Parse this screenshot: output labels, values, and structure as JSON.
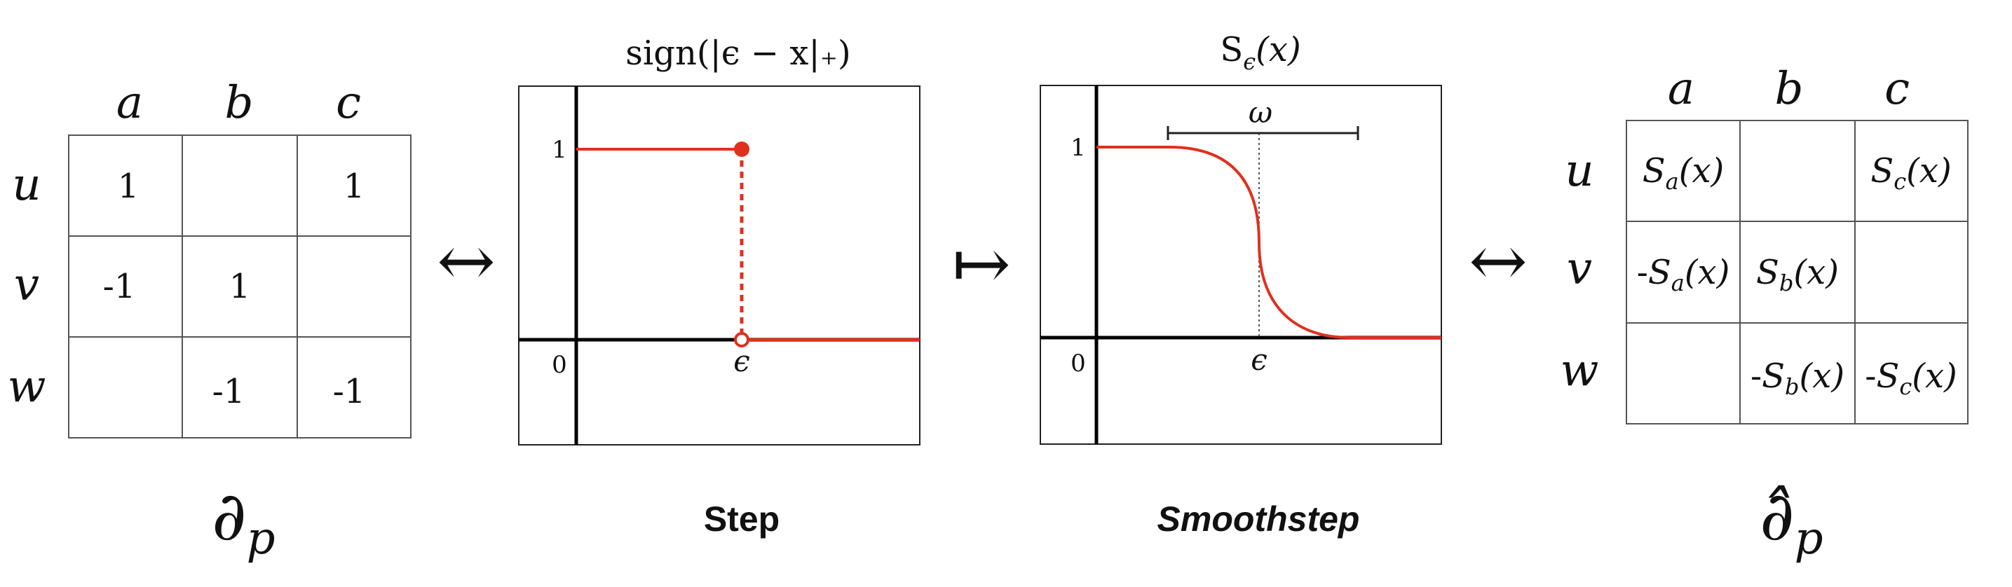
{
  "left_matrix": {
    "cols": [
      "a",
      "b",
      "c"
    ],
    "rows": [
      "u",
      "v",
      "w"
    ],
    "cells": [
      [
        "1",
        "",
        "1"
      ],
      [
        "-1",
        "1",
        ""
      ],
      [
        "",
        "-1",
        "-1"
      ]
    ],
    "caption_main": "∂",
    "caption_sub": "p"
  },
  "arrows": {
    "left": "↔",
    "middle": "↦",
    "right": "↔"
  },
  "step_plot": {
    "title": "sign(|ϵ − x|₊)",
    "caption": "Step",
    "y_tick": "1",
    "origin_label": "0",
    "x_tick": "ϵ",
    "color": "#e0301e"
  },
  "smooth_plot": {
    "title_main": "S",
    "title_sub": "ϵ",
    "title_arg": "(x)",
    "caption": "Smoothstep",
    "y_tick": "1",
    "origin_label": "0",
    "x_tick": "ϵ",
    "width_label": "ω",
    "color": "#e0301e"
  },
  "right_matrix": {
    "cols": [
      "a",
      "b",
      "c"
    ],
    "rows": [
      "u",
      "v",
      "w"
    ],
    "cells": [
      [
        {
          "sign": "",
          "sub": "a"
        },
        null,
        {
          "sign": "",
          "sub": "c"
        }
      ],
      [
        {
          "sign": "-",
          "sub": "a"
        },
        {
          "sign": "",
          "sub": "b"
        },
        null
      ],
      [
        null,
        {
          "sign": "-",
          "sub": "b"
        },
        {
          "sign": "-",
          "sub": "c"
        }
      ]
    ],
    "cell_letter": "S",
    "cell_arg": "(x)",
    "caption_main": "∂̂",
    "caption_sub": "p"
  }
}
